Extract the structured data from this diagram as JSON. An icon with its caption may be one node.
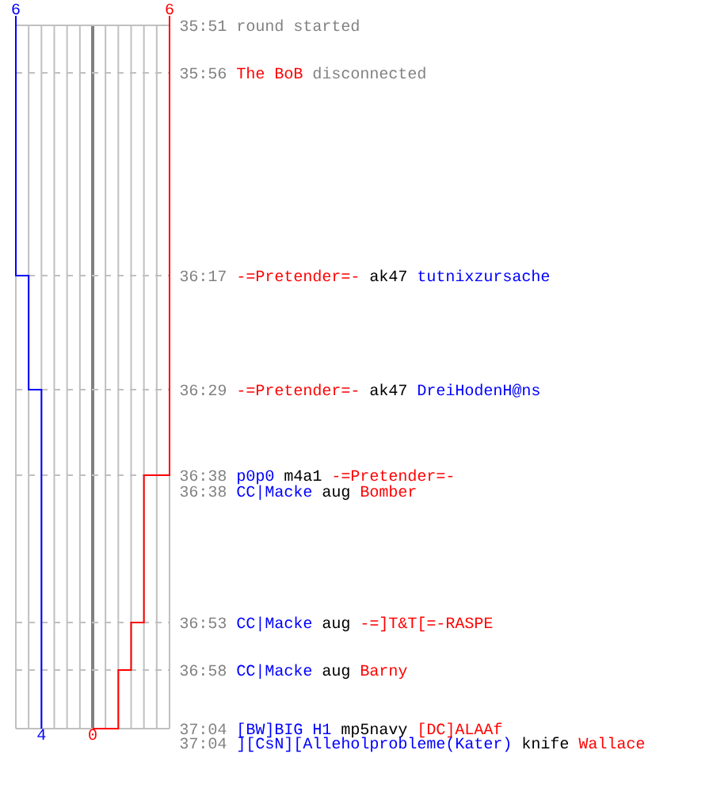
{
  "diagram": {
    "labels": [
      "6",
      "6",
      "35:51",
      "round started",
      "35:56",
      "The BoB",
      "disconnected",
      "36:17",
      "-=Pretender=-",
      "ak47",
      "tutnixzursache",
      "36:29",
      "-=Pretender=-",
      "ak47",
      "DreiHodenH@ns",
      "36:38",
      "p0p0",
      "m4a1",
      "-=Pretender=-",
      "36:38",
      "CC|Macke",
      "aug",
      "Bomber",
      "36:53",
      "CC|Macke",
      "aug",
      "-=]T&T[=-RASPE",
      "36:58",
      "CC|Macke",
      "aug",
      "Barny",
      "37:04",
      "[BW]BIG H1",
      "mp5navy",
      "[DC]ALAAf",
      "37:04",
      "][CsN][Alleholprobleme(Kater)",
      "knife",
      "Wallace",
      "4",
      "0"
    ]
  }
}
